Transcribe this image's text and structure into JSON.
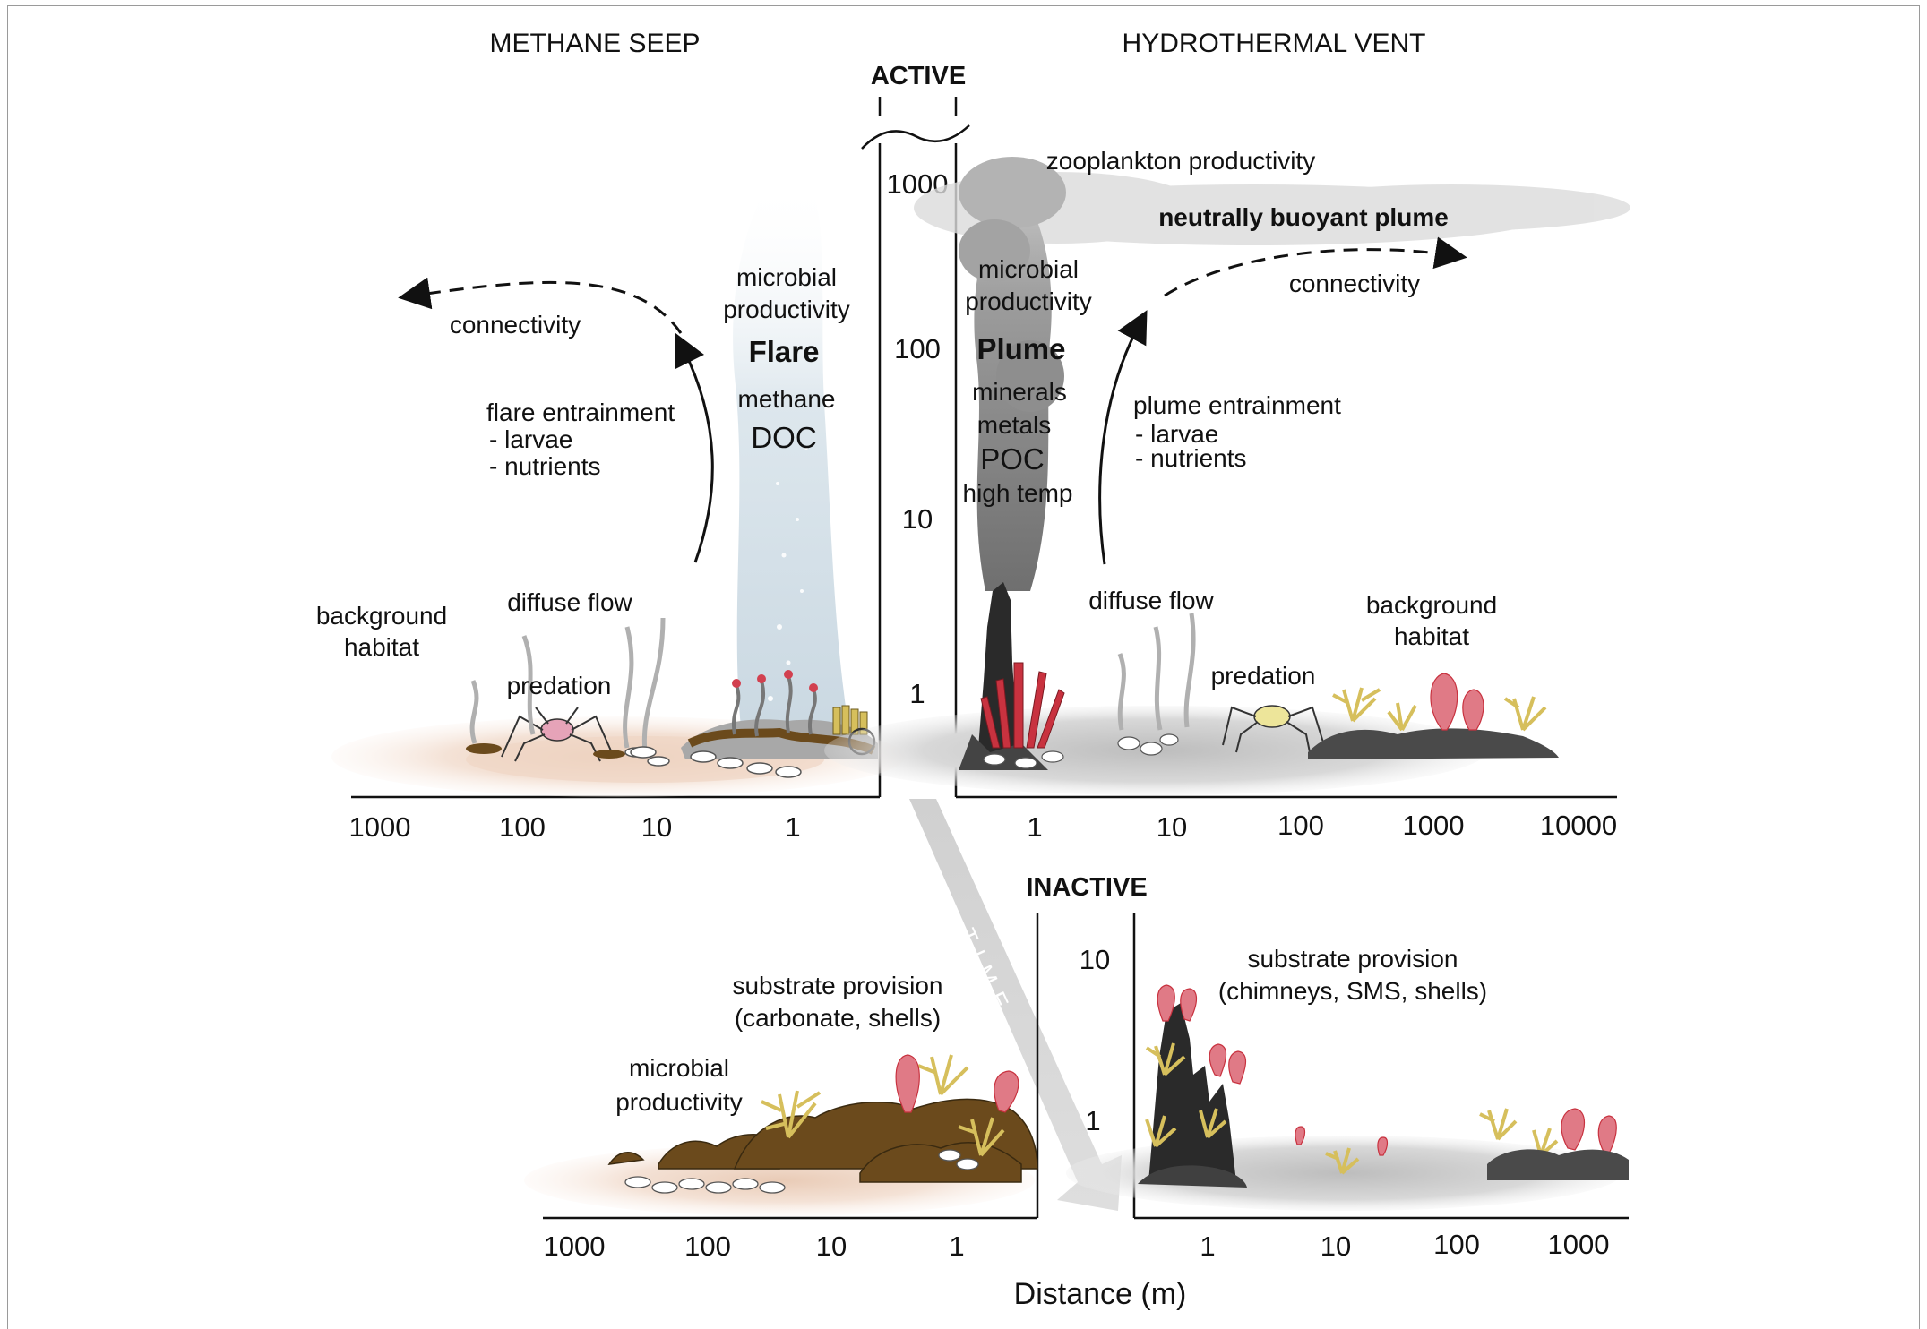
{
  "headers": {
    "left": "METHANE SEEP",
    "right": "HYDROTHERMAL VENT",
    "active": "ACTIVE",
    "inactive": "INACTIVE"
  },
  "active_seep": {
    "connectivity": "connectivity",
    "microbial_1": "microbial",
    "microbial_2": "productivity",
    "flare": "Flare",
    "methane": "methane",
    "doc": "DOC",
    "entrainment": "flare entrainment",
    "larvae": "- larvae",
    "nutrients": "- nutrients",
    "background_1": "background",
    "background_2": "habitat",
    "diffuse": "diffuse flow",
    "predation": "predation"
  },
  "active_vent": {
    "zooplankton": "zooplankton productivity",
    "neutral_plume": "neutrally buoyant plume",
    "connectivity": "connectivity",
    "microbial_1": "microbial",
    "microbial_2": "productivity",
    "plume": "Plume",
    "minerals": "minerals",
    "metals": "metals",
    "poc": "POC",
    "high_temp": "high temp",
    "entrainment": "plume entrainment",
    "larvae": "- larvae",
    "nutrients": "- nutrients",
    "diffuse": "diffuse flow",
    "predation": "predation",
    "background_1": "background",
    "background_2": "habitat"
  },
  "active_y_ticks": [
    "1000",
    "100",
    "10",
    "1"
  ],
  "active_x_left_ticks": [
    "1000",
    "100",
    "10",
    "1"
  ],
  "active_x_right_ticks": [
    "1",
    "10",
    "100",
    "1000",
    "10000"
  ],
  "time_label": "T I M E",
  "inactive_seep": {
    "substrate_1": "substrate provision",
    "substrate_2": "(carbonate, shells)",
    "microbial_1": "microbial",
    "microbial_2": "productivity"
  },
  "inactive_vent": {
    "substrate_1": "substrate provision",
    "substrate_2": "(chimneys, SMS, shells)"
  },
  "inactive_y_ticks": [
    "10",
    "1"
  ],
  "inactive_x_left_ticks": [
    "1000",
    "100",
    "10",
    "1"
  ],
  "inactive_x_right_ticks": [
    "1",
    "10",
    "100",
    "1000"
  ],
  "x_axis_title": "Distance (m)",
  "colors": {
    "sediment": "#f3e1d4",
    "carbonate_brown": "#6b4a1c",
    "coral_gold": "#d6bf5c",
    "anemone_red": "#d2404f",
    "chimney_black": "#2a2a2a",
    "plume_grey": "#8a8a8a",
    "flare_blue": "#b9ccd8",
    "time_arrow": "#d9d9d9"
  }
}
